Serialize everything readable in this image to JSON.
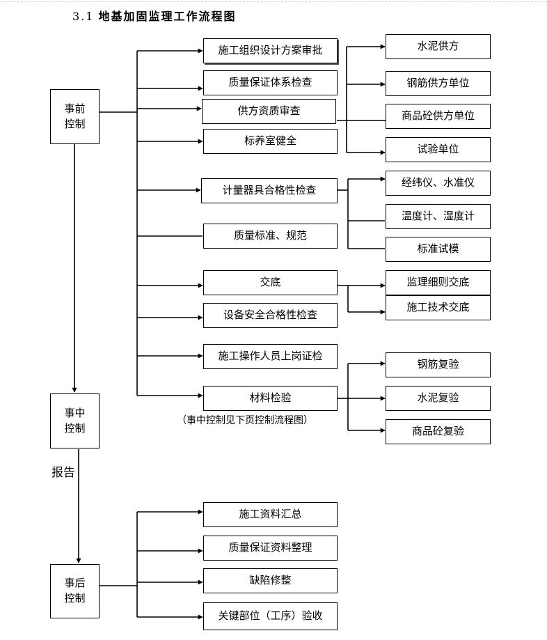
{
  "title": {
    "number": "3.1",
    "text": "地基加固监理工作流程图"
  },
  "phases": {
    "pre": {
      "line1": "事前",
      "line2": "控制"
    },
    "mid": {
      "line1": "事中",
      "line2": "控制"
    },
    "post": {
      "line1": "事后",
      "line2": "控制"
    }
  },
  "report_label": "报告",
  "pre_items": [
    "施工组织设计方案审批",
    "质量保证体系检查",
    "供方资质审查",
    "标养室健全",
    "计量器具合格性检查",
    "质量标准、规范",
    "交底",
    "设备安全合格性检查",
    "施工操作人员上岗证检",
    "材料检验"
  ],
  "supplier_items": [
    "水泥供方",
    "钢筋供方单位",
    "商品砼供方单位",
    "试验单位"
  ],
  "instrument_items": [
    "经纬仪、水准仪",
    "温度计、湿度计",
    "标准试模"
  ],
  "disclosure_items": [
    "监理细则交底",
    "施工技术交底"
  ],
  "material_items": [
    "钢筋复验",
    "水泥复验",
    "商品砼复验"
  ],
  "material_note": "（事中控制见下页控制流程图）",
  "post_items": [
    "施工资料汇总",
    "质量保证资料整理",
    "缺陷修整",
    "关键部位（工序）验收"
  ]
}
